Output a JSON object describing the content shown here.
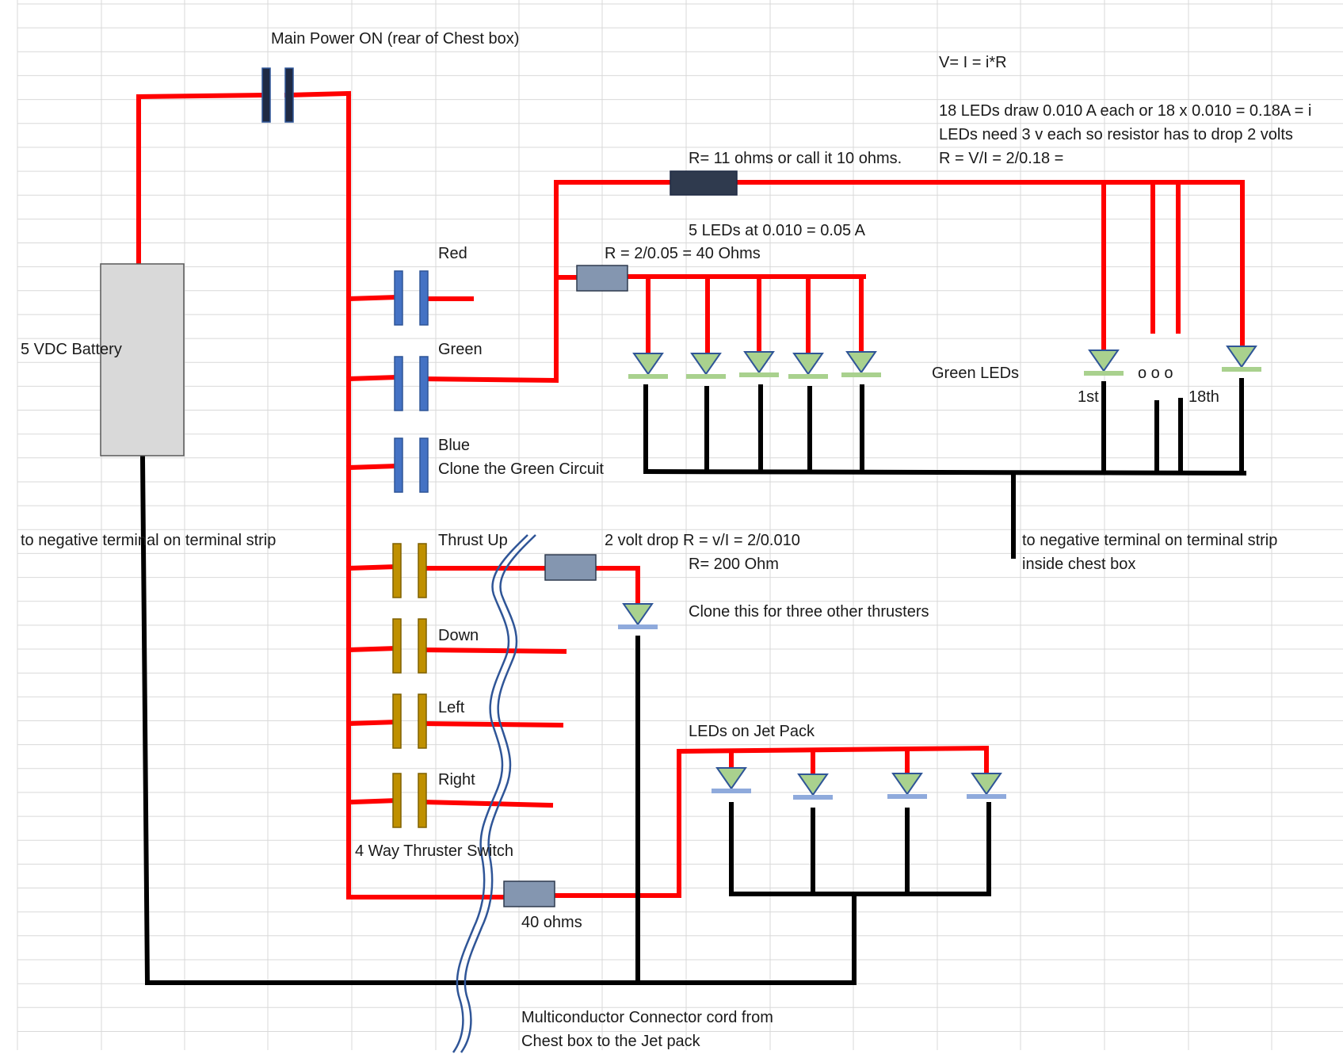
{
  "labels": {
    "main_power": "Main Power ON (rear of Chest box)",
    "ohms_law": "V= I = i*R",
    "calc_line1": "18 LEDs draw 0.010 A each or 18 x 0.010 = 0.18A = i",
    "calc_line2": "LEDs need 3 v each so resistor has to drop 2 volts",
    "calc_line3": "R = V/I = 2/0.18 =",
    "r_11_ohms": "R= 11 ohms or call it 10 ohms.",
    "five_leds": "5 LEDs at 0.010 = 0.05 A",
    "r_40_ohms": "R = 2/0.05 = 40 Ohms",
    "red": "Red",
    "green": "Green",
    "blue": "Blue",
    "clone_green": "Clone the Green Circuit",
    "battery": "5 VDC Battery",
    "green_leds": "Green LEDs",
    "led_first": "1st",
    "led_dots": "o  o  o",
    "led_last": "18th",
    "neg_left": "to negative terminal on terminal strip",
    "neg_right_1": "to negative terminal on terminal strip",
    "neg_right_2": "inside chest box",
    "thrust_up": "Thrust Up",
    "two_volt_drop": "2 volt drop   R = v/I = 2/0.010",
    "r_200": "R= 200 Ohm",
    "clone_thrusters": "Clone this for three other thrusters",
    "down": "Down",
    "left": "Left",
    "right": "Right",
    "leds_jetpack": "LEDs on Jet Pack",
    "four_way": "4 Way Thruster Switch",
    "forty_ohms": "40 ohms",
    "multicond_1": "Multiconductor Connector cord from",
    "multicond_2": "Chest box to the Jet pack"
  },
  "colors": {
    "wire_positive": "#ff0000",
    "wire_negative": "#000000",
    "switch_main": "#1f2a44",
    "switch_color": "#4472c4",
    "switch_thruster": "#bf9000",
    "resistor_main": "#2f3a4e",
    "resistor": "#8496b0",
    "led_fill": "#a9d18e",
    "led_bar_green": "#a9d18e",
    "led_bar_blue": "#8faadc",
    "battery_fill": "#d9d9d9",
    "cord": "#2f5597",
    "grid": "#d9d9d9"
  }
}
